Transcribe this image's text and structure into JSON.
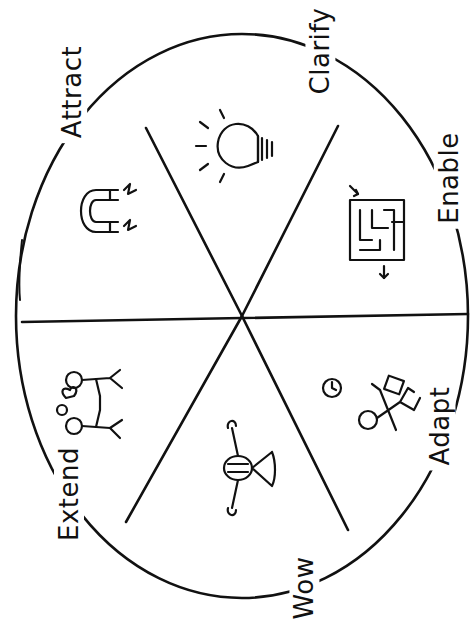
{
  "diagram": {
    "labels": [
      "Clarify",
      "Enable",
      "Adapt",
      "Wow",
      "Extend",
      "Attract"
    ]
  }
}
